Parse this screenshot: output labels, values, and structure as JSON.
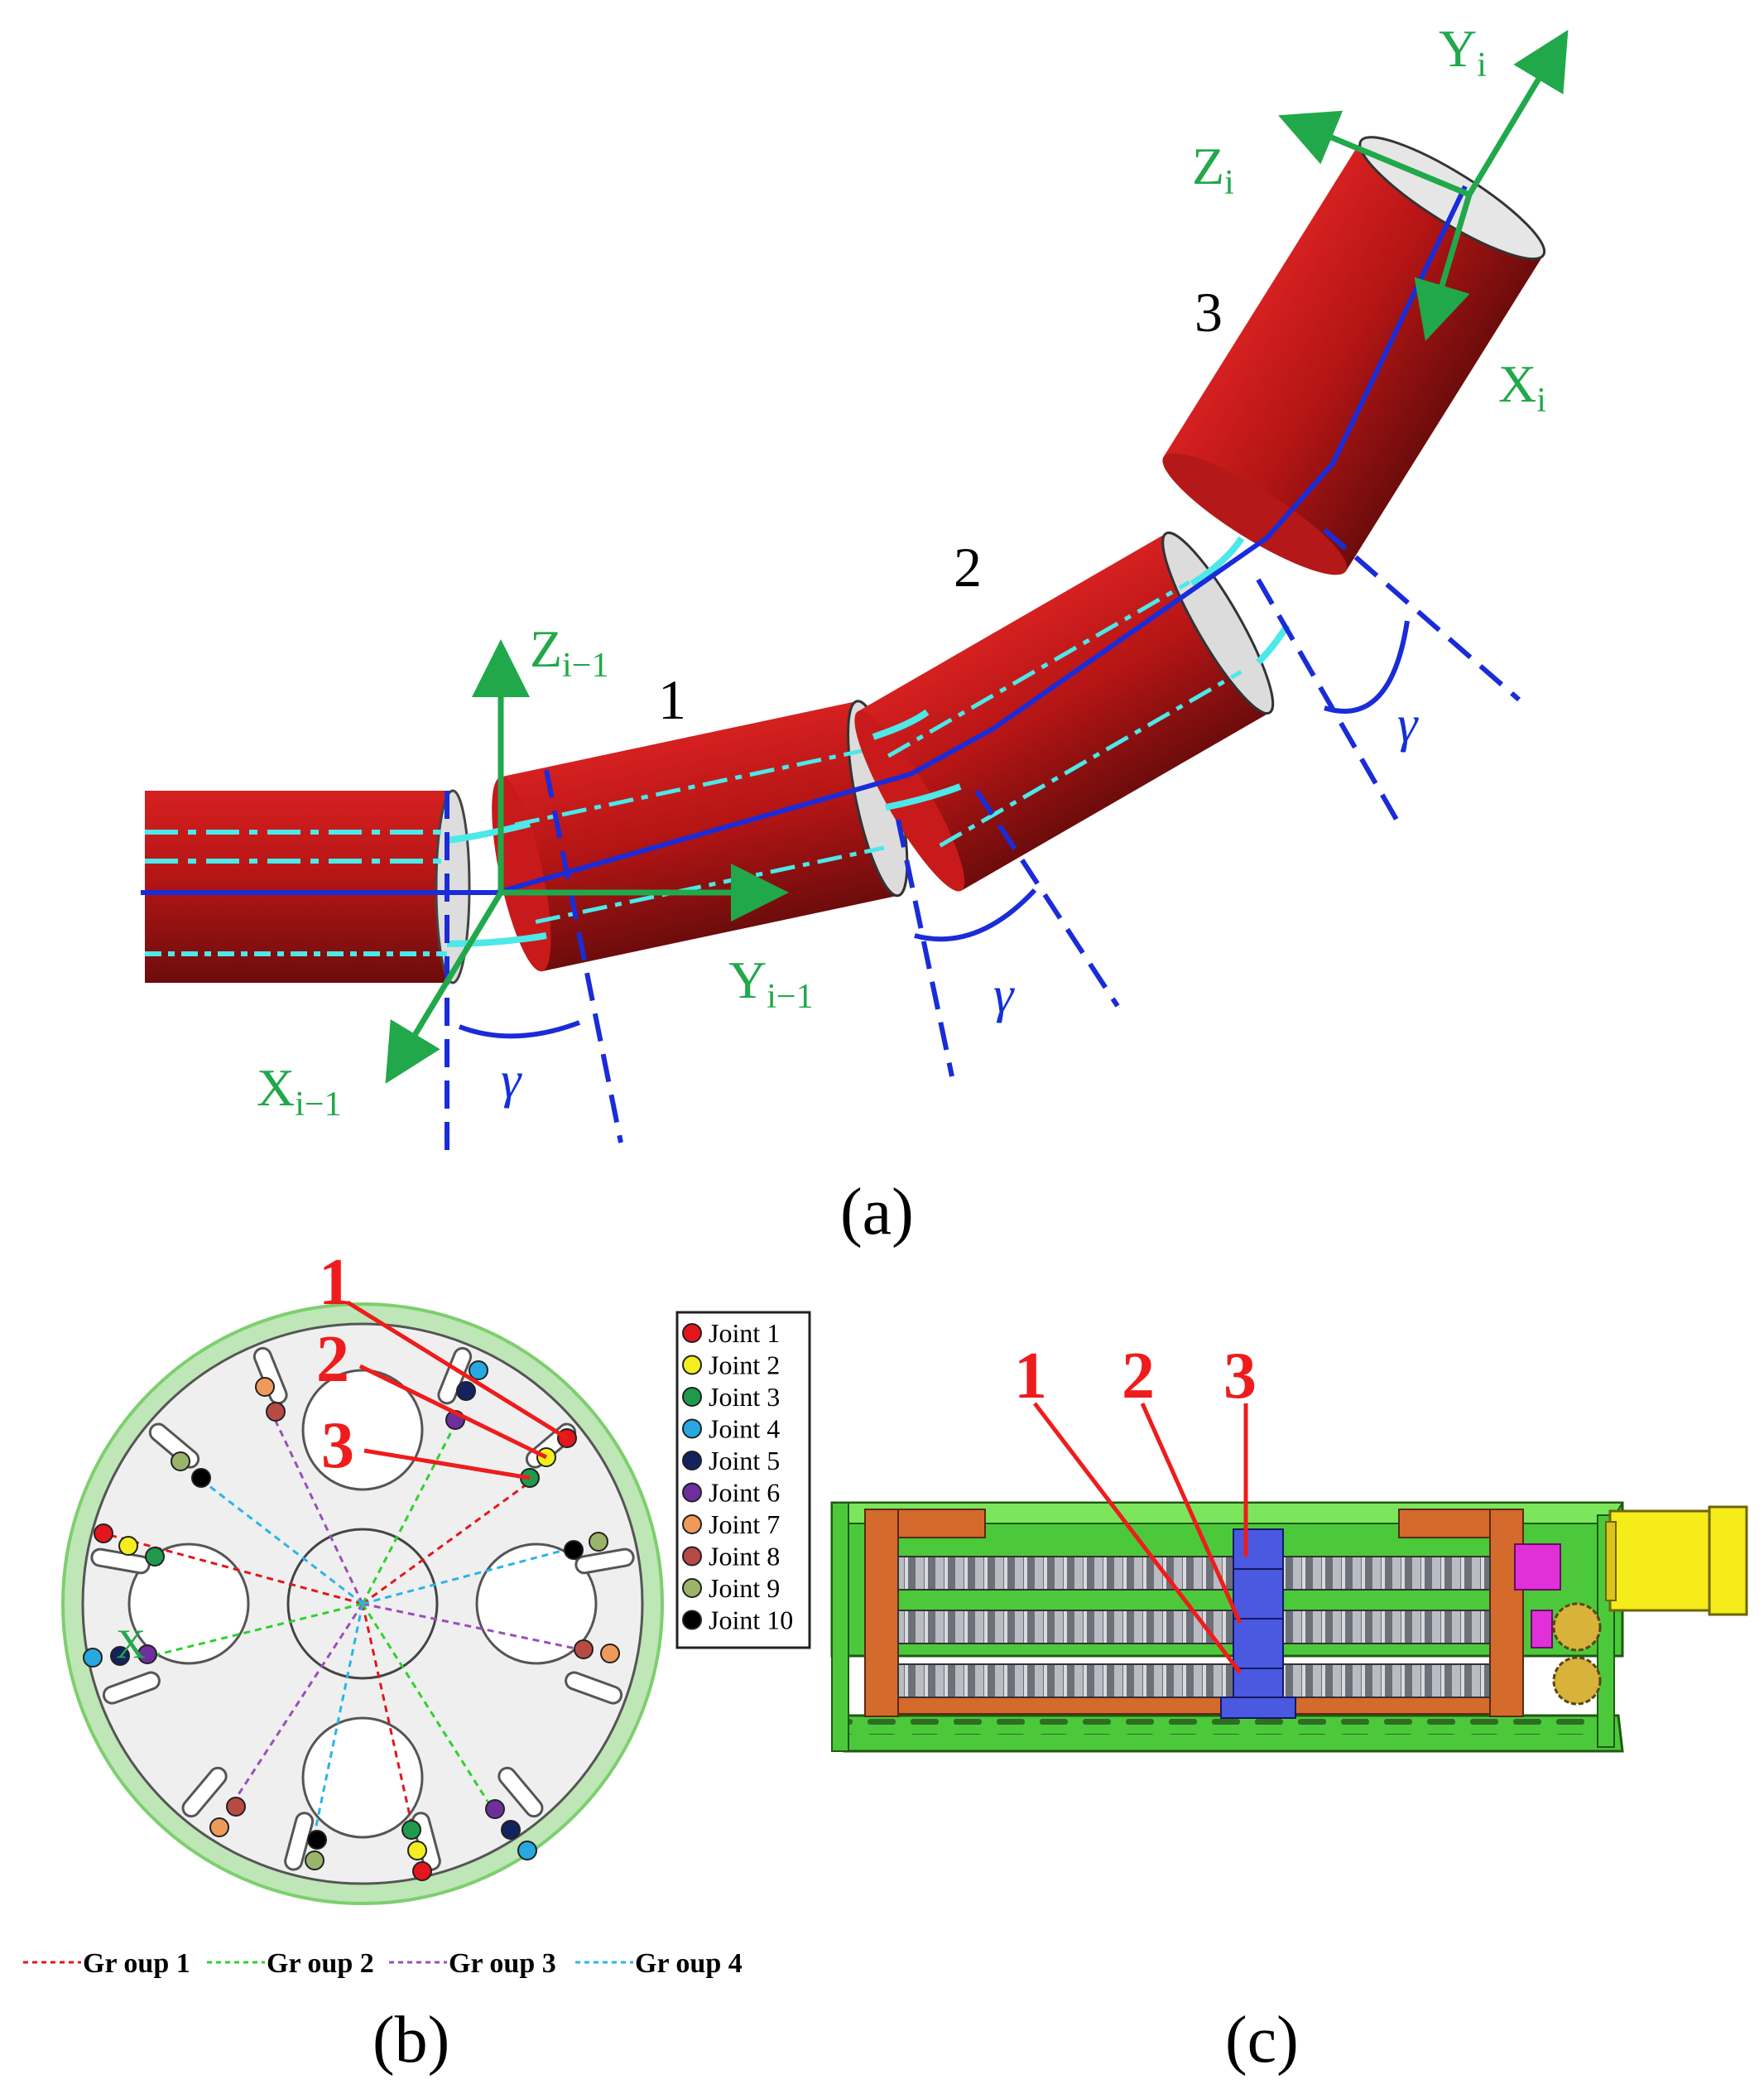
{
  "panel_a": {
    "caption": "(a)",
    "segments": [
      "1",
      "2",
      "3"
    ],
    "gamma_symbol": "γ",
    "frame_i_minus_1": {
      "z": "Z",
      "y": "Y",
      "x": "X",
      "subscript": "i−1"
    },
    "frame_i": {
      "z": "Z",
      "y": "Y",
      "x": "X",
      "subscript": "i"
    }
  },
  "panel_b": {
    "caption": "(b)",
    "callouts": [
      "1",
      "2",
      "3"
    ],
    "axis_mark": "X",
    "legend": [
      {
        "label": "Joint 1",
        "color": "#e3161b"
      },
      {
        "label": "Joint 2",
        "color": "#f4ee1e"
      },
      {
        "label": "Joint 3",
        "color": "#1f9a4b"
      },
      {
        "label": "Joint 4",
        "color": "#27a8e0"
      },
      {
        "label": "Joint 5",
        "color": "#13235e"
      },
      {
        "label": "Joint 6",
        "color": "#6e2f9c"
      },
      {
        "label": "Joint 7",
        "color": "#ee9a5a"
      },
      {
        "label": "Joint 8",
        "color": "#b84a44"
      },
      {
        "label": "Joint 9",
        "color": "#9ab46a"
      },
      {
        "label": "Joint 10",
        "color": "#000000"
      }
    ],
    "groups": [
      {
        "label": "Gr oup  1",
        "color": "#e3161b"
      },
      {
        "label": "Gr oup  2",
        "color": "#2fd12f"
      },
      {
        "label": "Gr oup  3",
        "color": "#9a4fb8"
      },
      {
        "label": "Gr oup  4",
        "color": "#2ab4e8"
      }
    ]
  },
  "panel_c": {
    "caption": "(c)",
    "callouts": [
      "1",
      "2",
      "3"
    ]
  },
  "colors": {
    "tube": "#b01818",
    "cable": "#4de8e8",
    "centerline": "#1a2cd8",
    "frame": "#21a84a",
    "callout": "#ee1c1c",
    "housing": "#5fd83a"
  }
}
